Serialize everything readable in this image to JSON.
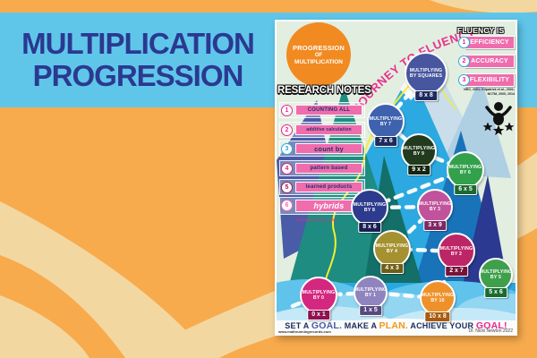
{
  "banner": {
    "title_line1": "MULTIPLICATION",
    "title_line2": "PROGRESSION"
  },
  "poster": {
    "logo": {
      "line1": "PROGRESSION",
      "line2": "OF",
      "line3": "MULTIPLICATION"
    },
    "journey": "JOURNEY TO FLUENCY",
    "fluency": {
      "heading": "FLUENCY IS",
      "items": [
        {
          "num": "1",
          "label": "EFFICIENCY"
        },
        {
          "num": "2",
          "label": "ACCURACY"
        },
        {
          "num": "3",
          "label": "FLEXIBILITY"
        }
      ],
      "citation_line1": "NRC, 2001; Kilpatrick et al., 2001;",
      "citation_line2": "NCTM, 2000, 2014"
    },
    "research": {
      "heading": "RESEARCH NOTES",
      "items": [
        {
          "num": "1",
          "label": "COUNTING ALL"
        },
        {
          "num": "2",
          "label": "additive calculation"
        },
        {
          "num": "3",
          "label": "count by"
        },
        {
          "num": "4",
          "label": "pattern based"
        },
        {
          "num": "5",
          "label": "learned products"
        },
        {
          "num": "6",
          "label": "hybrids"
        }
      ],
      "citation": "Sherin and Fuson, 2005"
    },
    "milestones": [
      {
        "line1": "MULTIPLYING",
        "line2": "BY SQUARES",
        "fact": "8 x 8",
        "color": "#47569F"
      },
      {
        "line1": "MULTIPLYING",
        "line2": "BY 7",
        "fact": "7 x 6",
        "color": "#3E62AE"
      },
      {
        "line1": "MULTIPLYING",
        "line2": "BY 9",
        "fact": "9 x 2",
        "color": "#223A1E"
      },
      {
        "line1": "MULTIPLYING",
        "line2": "BY 6",
        "fact": "6 x 5",
        "color": "#33A04C"
      },
      {
        "line1": "MULTIPLYING",
        "line2": "BY 8",
        "fact": "8 x 6",
        "color": "#2C3B8D"
      },
      {
        "line1": "MULTIPLYING",
        "line2": "BY 3",
        "fact": "3 x 9",
        "color": "#C0539C"
      },
      {
        "line1": "MULTIPLYING",
        "line2": "BY 4",
        "fact": "4 x 3",
        "color": "#A5912F"
      },
      {
        "line1": "MULTIPLYING",
        "line2": "BY 2",
        "fact": "2 x 7",
        "color": "#BC2566"
      },
      {
        "line1": "MULTIPLYING",
        "line2": "BY 5",
        "fact": "5 x 6",
        "color": "#3FA04B"
      },
      {
        "line1": "MULTIPLYING",
        "line2": "BY 0",
        "fact": "0 x 1",
        "color": "#D4277F"
      },
      {
        "line1": "MULTIPLYING",
        "line2": "BY 1",
        "fact": "1 x 5",
        "color": "#9084BE"
      },
      {
        "line1": "MULTIPLYING",
        "line2": "BY 10",
        "fact": "10 x 8",
        "color": "#EF9129"
      }
    ],
    "goal": {
      "seg1": "SET A ",
      "seg2": "GOAL.",
      "seg3": " MAKE A ",
      "seg4": "PLAN.",
      "seg5": " ACHIEVE YOUR ",
      "seg6": "GOAL!"
    },
    "footer": {
      "website": "www.mathrunningrecords.com",
      "credit": "Dr. Nicki Newton 2022"
    }
  },
  "palette": {
    "background_orange": "#F8AB4D",
    "wave_cream": "#F3D7A1",
    "banner_blue": "#5FC6EA",
    "title_navy": "#2B3990",
    "poster_sky": "#E2EEE0",
    "logo_orange": "#F18A21",
    "journey_pink": "#E9308D",
    "badge_pink": "#EF6DAD",
    "mountain_teal": "#1E8C81",
    "mountain_blue": "#2CA9E1",
    "water_blue": "#29A8DF",
    "trail_yellow": "#F8ED31",
    "goal_blue": "#4A5BA8",
    "goal_orange": "#F7941D",
    "goal_magenta": "#EC268F"
  }
}
